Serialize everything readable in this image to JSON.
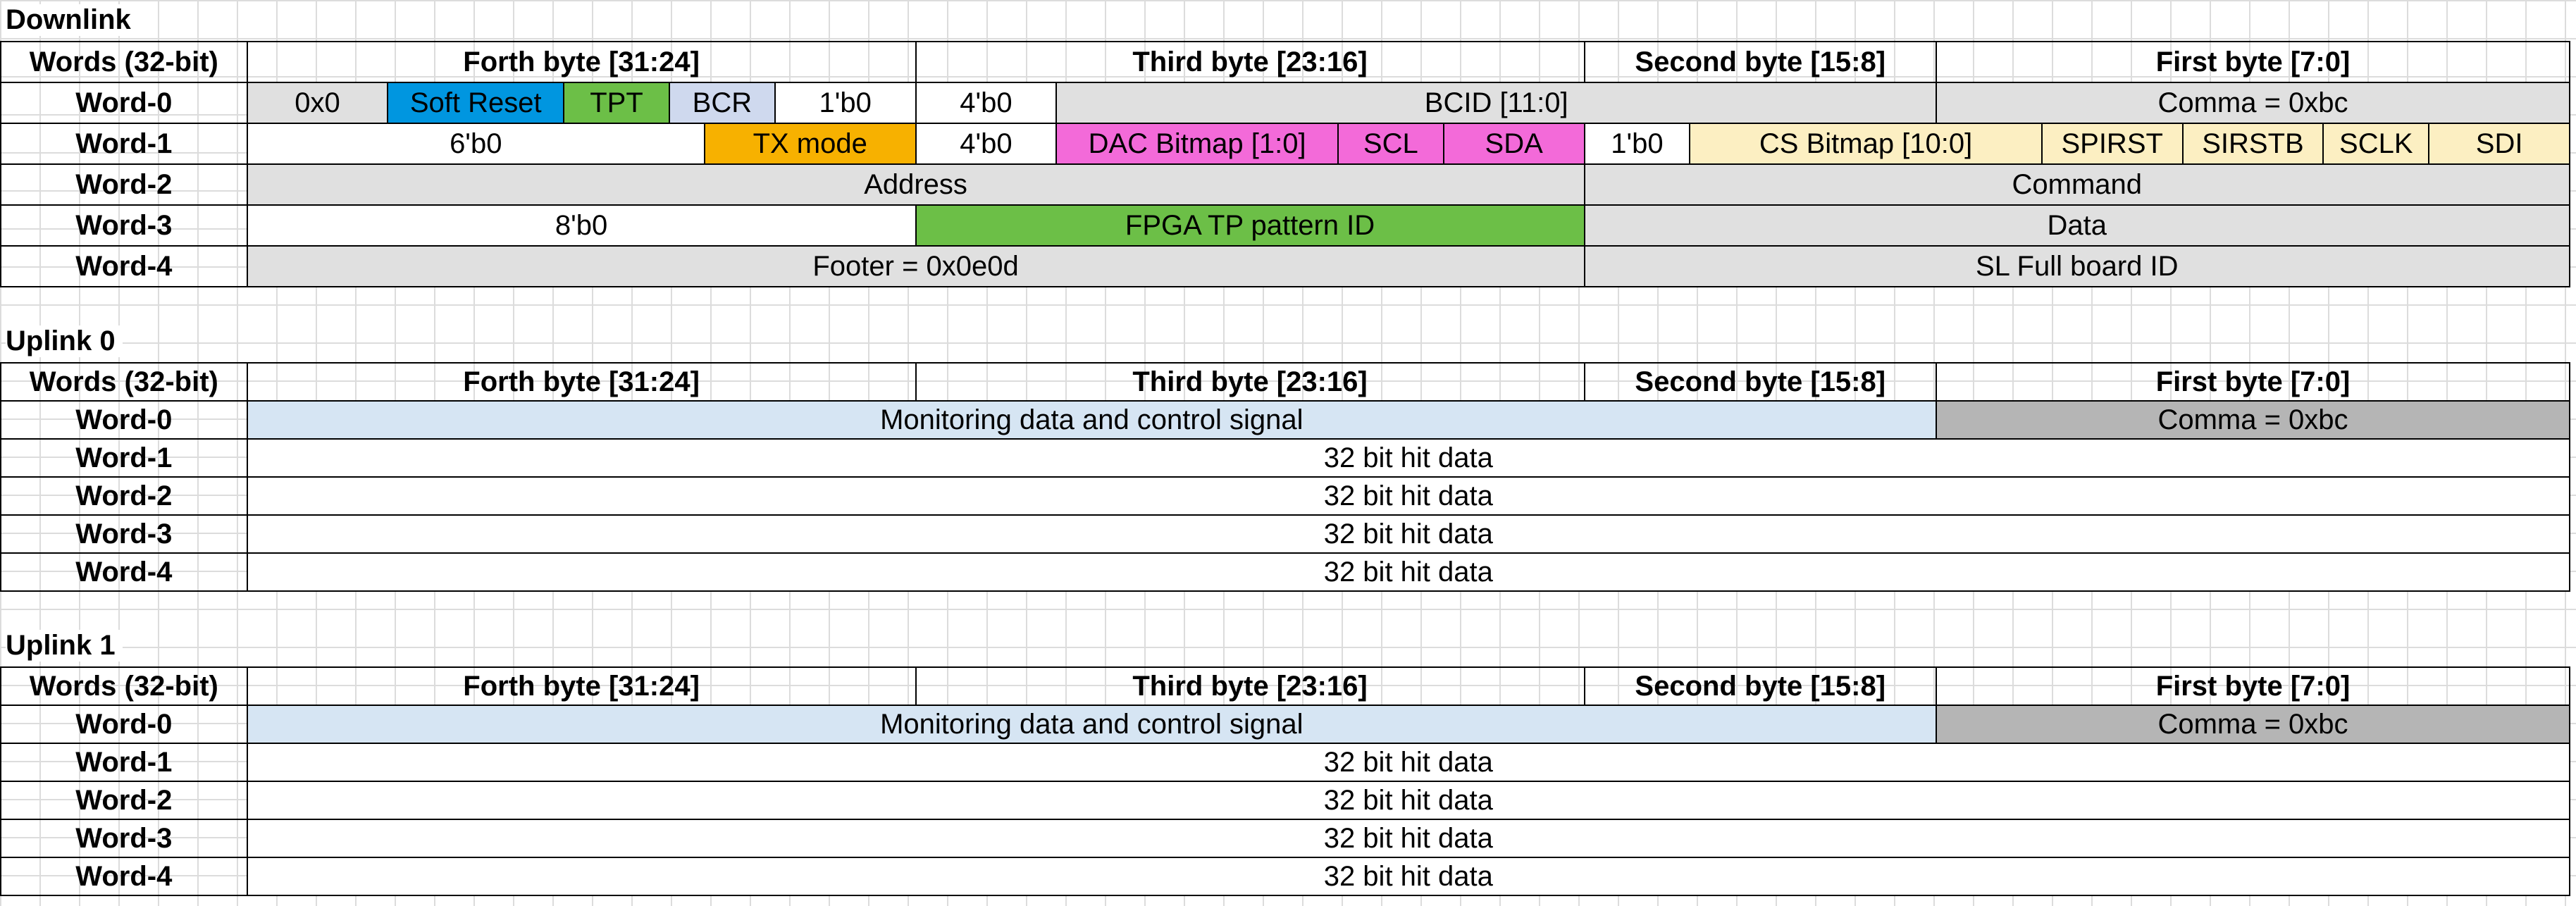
{
  "sections": {
    "downlink": {
      "title": "Downlink"
    },
    "uplink0": {
      "title": "Uplink 0"
    },
    "uplink1": {
      "title": "Uplink 1"
    }
  },
  "header": {
    "words": "Words (32-bit)",
    "forth": "Forth byte [31:24]",
    "third": "Third byte [23:16]",
    "second": "Second byte [15:8]",
    "first": "First byte [7:0]"
  },
  "downlink_rows": [
    {
      "label": "Word-0",
      "cells": [
        "0x0",
        "Soft Reset",
        "TPT",
        "BCR",
        "1'b0",
        "4'b0",
        "BCID [11:0]",
        "Comma = 0xbc"
      ]
    },
    {
      "label": "Word-1",
      "cells": [
        "6'b0",
        "TX mode",
        "4'b0",
        "DAC Bitmap [1:0]",
        "SCL",
        "SDA",
        "1'b0",
        "CS Bitmap [10:0]",
        "SPIRST",
        "SIRSTB",
        "SCLK",
        "SDI"
      ]
    },
    {
      "label": "Word-2",
      "cells": [
        "Address",
        "Command"
      ]
    },
    {
      "label": "Word-3",
      "cells": [
        "8'b0",
        "FPGA TP pattern ID",
        "Data"
      ]
    },
    {
      "label": "Word-4",
      "cells": [
        "Footer = 0x0e0d",
        "SL Full board ID"
      ]
    }
  ],
  "uplink_rows": [
    {
      "label": "Word-0",
      "monitor": "Monitoring data and control signal",
      "comma": "Comma = 0xbc"
    },
    {
      "label": "Word-1",
      "data": "32 bit hit data"
    },
    {
      "label": "Word-2",
      "data": "32 bit hit data"
    },
    {
      "label": "Word-3",
      "data": "32 bit hit data"
    },
    {
      "label": "Word-4",
      "data": "32 bit hit data"
    }
  ],
  "colors": {
    "soft_reset": "#0096e0",
    "tpt": "#6cbf47",
    "bcr": "#cfd9ee",
    "tx_mode": "#f7b100",
    "dac_bitmap": "#f36ad9",
    "cs_bitmap": "#fcefc2",
    "fpga_tp": "#6cbf47",
    "monitoring": "#d6e5f3",
    "uplink_comma": "#b5b5b5",
    "gray_fill": "#e0e0e0"
  }
}
